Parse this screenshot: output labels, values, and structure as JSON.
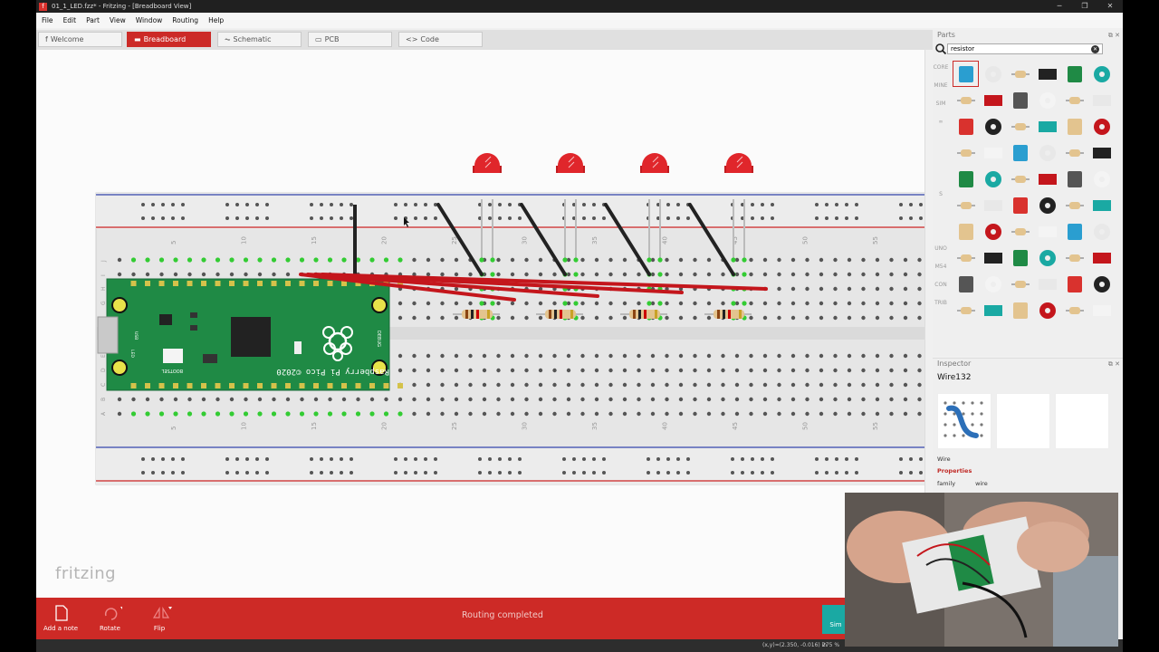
{
  "window": {
    "title": "01_1_LED.fzz* - Fritzing - [Breadboard View]",
    "controls": {
      "minimize": "─",
      "maximize": "❐",
      "close": "✕"
    }
  },
  "menu": [
    "File",
    "Edit",
    "Part",
    "View",
    "Window",
    "Routing",
    "Help"
  ],
  "tabs": [
    {
      "label": "Welcome",
      "icon": "f"
    },
    {
      "label": "Breadboard",
      "icon": "▬"
    },
    {
      "label": "Schematic",
      "icon": "⏦"
    },
    {
      "label": "PCB",
      "icon": "▭"
    },
    {
      "label": "Code",
      "icon": "<>"
    }
  ],
  "active_tab": "Breadboard",
  "canvas": {
    "logo": "fritzing",
    "pico": {
      "brand": "Raspberry Pi Pico ©2020",
      "bootsel": "BOOTSEL",
      "debug": "DEBUG",
      "led": "LED",
      "usb": "USB"
    },
    "row_labels": [
      "J",
      "I",
      "H",
      "G",
      "F",
      "E",
      "D",
      "C",
      "B",
      "A"
    ],
    "column_numbers": [
      "5",
      "10",
      "15",
      "20",
      "25",
      "30",
      "35",
      "40",
      "45",
      "50",
      "55"
    ],
    "led_count": 4,
    "colors": {
      "red_wire": "#c4161c",
      "black_wire": "#222222",
      "led": "#e0262b",
      "pico_green": "#1f8a45"
    }
  },
  "toolbar": {
    "add_note": "Add a note",
    "rotate": "Rotate",
    "flip": "Flip",
    "status": "Routing completed",
    "simulate": "Sim"
  },
  "statusbar": {
    "coords": "(x,y)=(2.350, -0.016) in",
    "zoom": "275 %"
  },
  "parts": {
    "title": "Parts",
    "search_value": "resistor",
    "bins": [
      "CORE",
      "MINE",
      "SIM",
      "∞",
      "",
      "",
      "",
      "S",
      "",
      "",
      "UNO",
      "M54",
      "CON TRIB",
      "",
      ""
    ]
  },
  "inspector": {
    "title": "Inspector",
    "selected": "Wire132",
    "kind": "Wire",
    "properties_label": "Properties",
    "family_label": "family",
    "family_value": "wire"
  }
}
